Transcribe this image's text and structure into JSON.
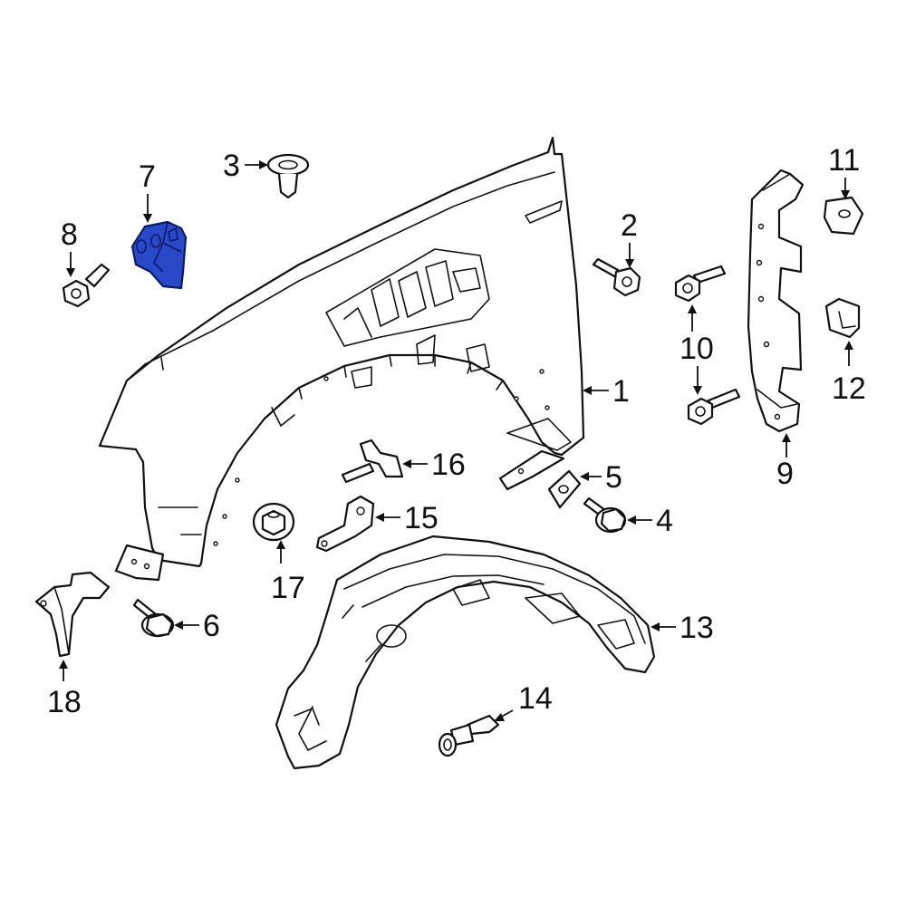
{
  "callouts": {
    "c1": "1",
    "c2": "2",
    "c3": "3",
    "c4": "4",
    "c5": "5",
    "c6": "6",
    "c7": "7",
    "c8": "8",
    "c9": "9",
    "c10": "10",
    "c11": "11",
    "c12": "12",
    "c13": "13",
    "c14": "14",
    "c15": "15",
    "c16": "16",
    "c17": "17",
    "c18": "18"
  },
  "colors": {
    "highlight_part": "#2a49c9",
    "line": "#111111",
    "background": "#ffffff"
  },
  "highlighted_callout": "7"
}
